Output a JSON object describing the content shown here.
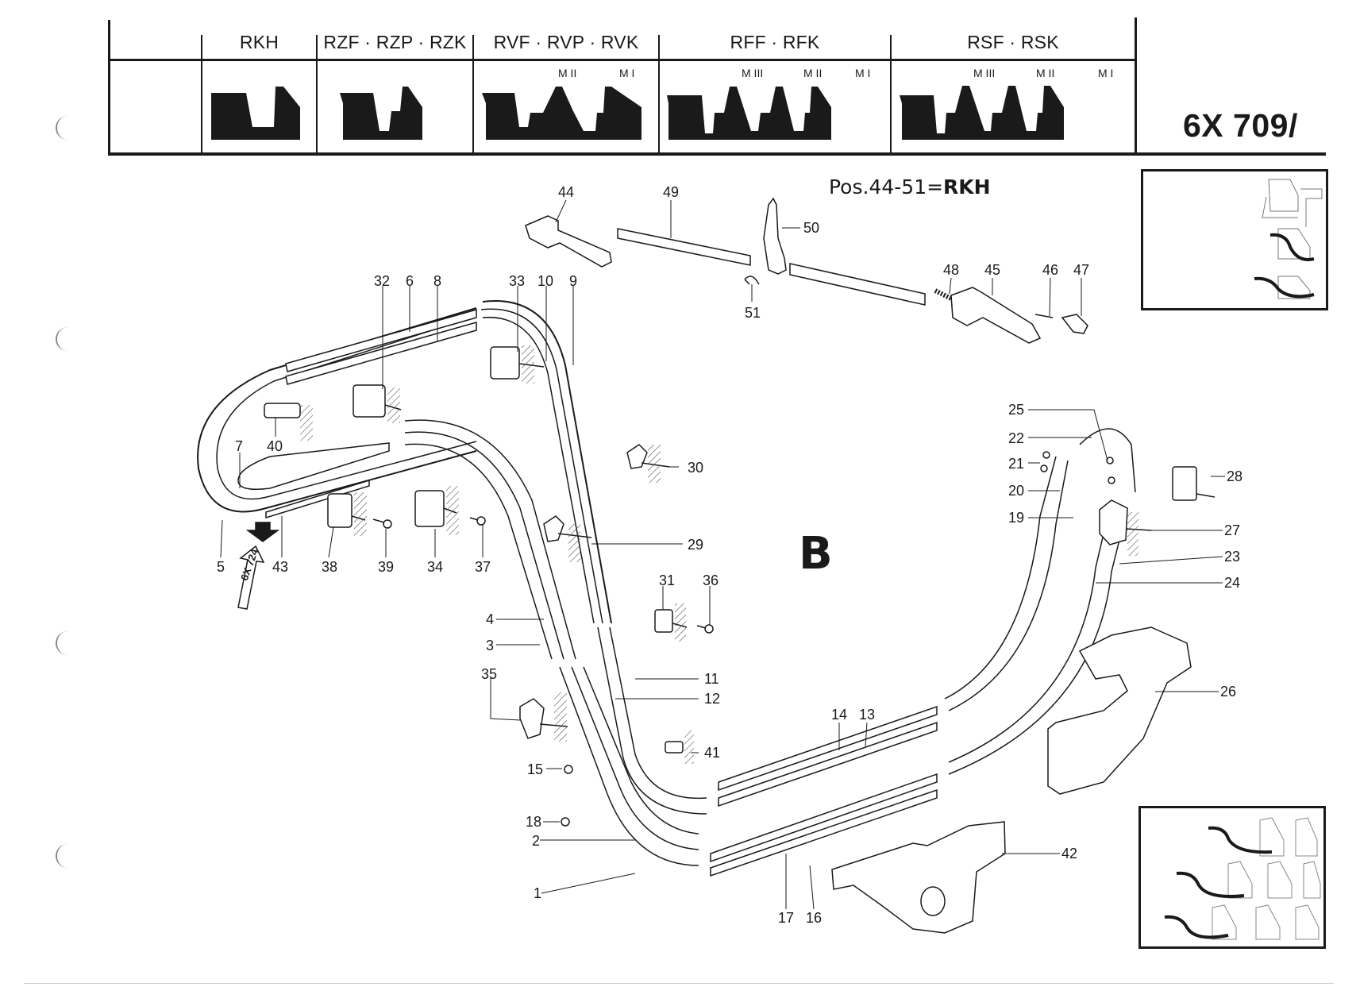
{
  "header": {
    "columns": [
      {
        "title": "",
        "variants": []
      },
      {
        "title": "RKH",
        "variants": []
      },
      {
        "title": "RZF · RZP · RZK",
        "variants": []
      },
      {
        "title": "RVF · RVP · RVK",
        "variants": [
          "M II",
          "M I"
        ]
      },
      {
        "title": "RFF · RFK",
        "variants": [
          "M III",
          "M II",
          "M I"
        ]
      },
      {
        "title": "RSF · RSK",
        "variants": [
          "M III",
          "M II",
          "M I"
        ]
      }
    ],
    "document_number": "6X 709/"
  },
  "diagram": {
    "position_note_prefix": "Pos.44-51=",
    "position_note_model": "RKH",
    "section_letter": "B",
    "reference_arrow": "6X 724",
    "callouts": [
      {
        "label": "44"
      },
      {
        "label": "49"
      },
      {
        "label": "50"
      },
      {
        "label": "51"
      },
      {
        "label": "48"
      },
      {
        "label": "45"
      },
      {
        "label": "46"
      },
      {
        "label": "47"
      },
      {
        "label": "32"
      },
      {
        "label": "6"
      },
      {
        "label": "8"
      },
      {
        "label": "33"
      },
      {
        "label": "10"
      },
      {
        "label": "9"
      },
      {
        "label": "40"
      },
      {
        "label": "7"
      },
      {
        "label": "30"
      },
      {
        "label": "29"
      },
      {
        "label": "5"
      },
      {
        "label": "43"
      },
      {
        "label": "38"
      },
      {
        "label": "39"
      },
      {
        "label": "34"
      },
      {
        "label": "37"
      },
      {
        "label": "31"
      },
      {
        "label": "36"
      },
      {
        "label": "4"
      },
      {
        "label": "3"
      },
      {
        "label": "35"
      },
      {
        "label": "11"
      },
      {
        "label": "12"
      },
      {
        "label": "41"
      },
      {
        "label": "15"
      },
      {
        "label": "18"
      },
      {
        "label": "2"
      },
      {
        "label": "1"
      },
      {
        "label": "14"
      },
      {
        "label": "13"
      },
      {
        "label": "17"
      },
      {
        "label": "16"
      },
      {
        "label": "42"
      },
      {
        "label": "25"
      },
      {
        "label": "22"
      },
      {
        "label": "21"
      },
      {
        "label": "20"
      },
      {
        "label": "19"
      },
      {
        "label": "28"
      },
      {
        "label": "27"
      },
      {
        "label": "23"
      },
      {
        "label": "24"
      },
      {
        "label": "26"
      }
    ]
  },
  "insets": {
    "top_right": "gear-profile-variants-3",
    "bottom_right": "gear-profile-variants-3x3"
  },
  "colors": {
    "ink": "#1a1a1a",
    "paper": "#ffffff",
    "hatch": "#555555"
  }
}
